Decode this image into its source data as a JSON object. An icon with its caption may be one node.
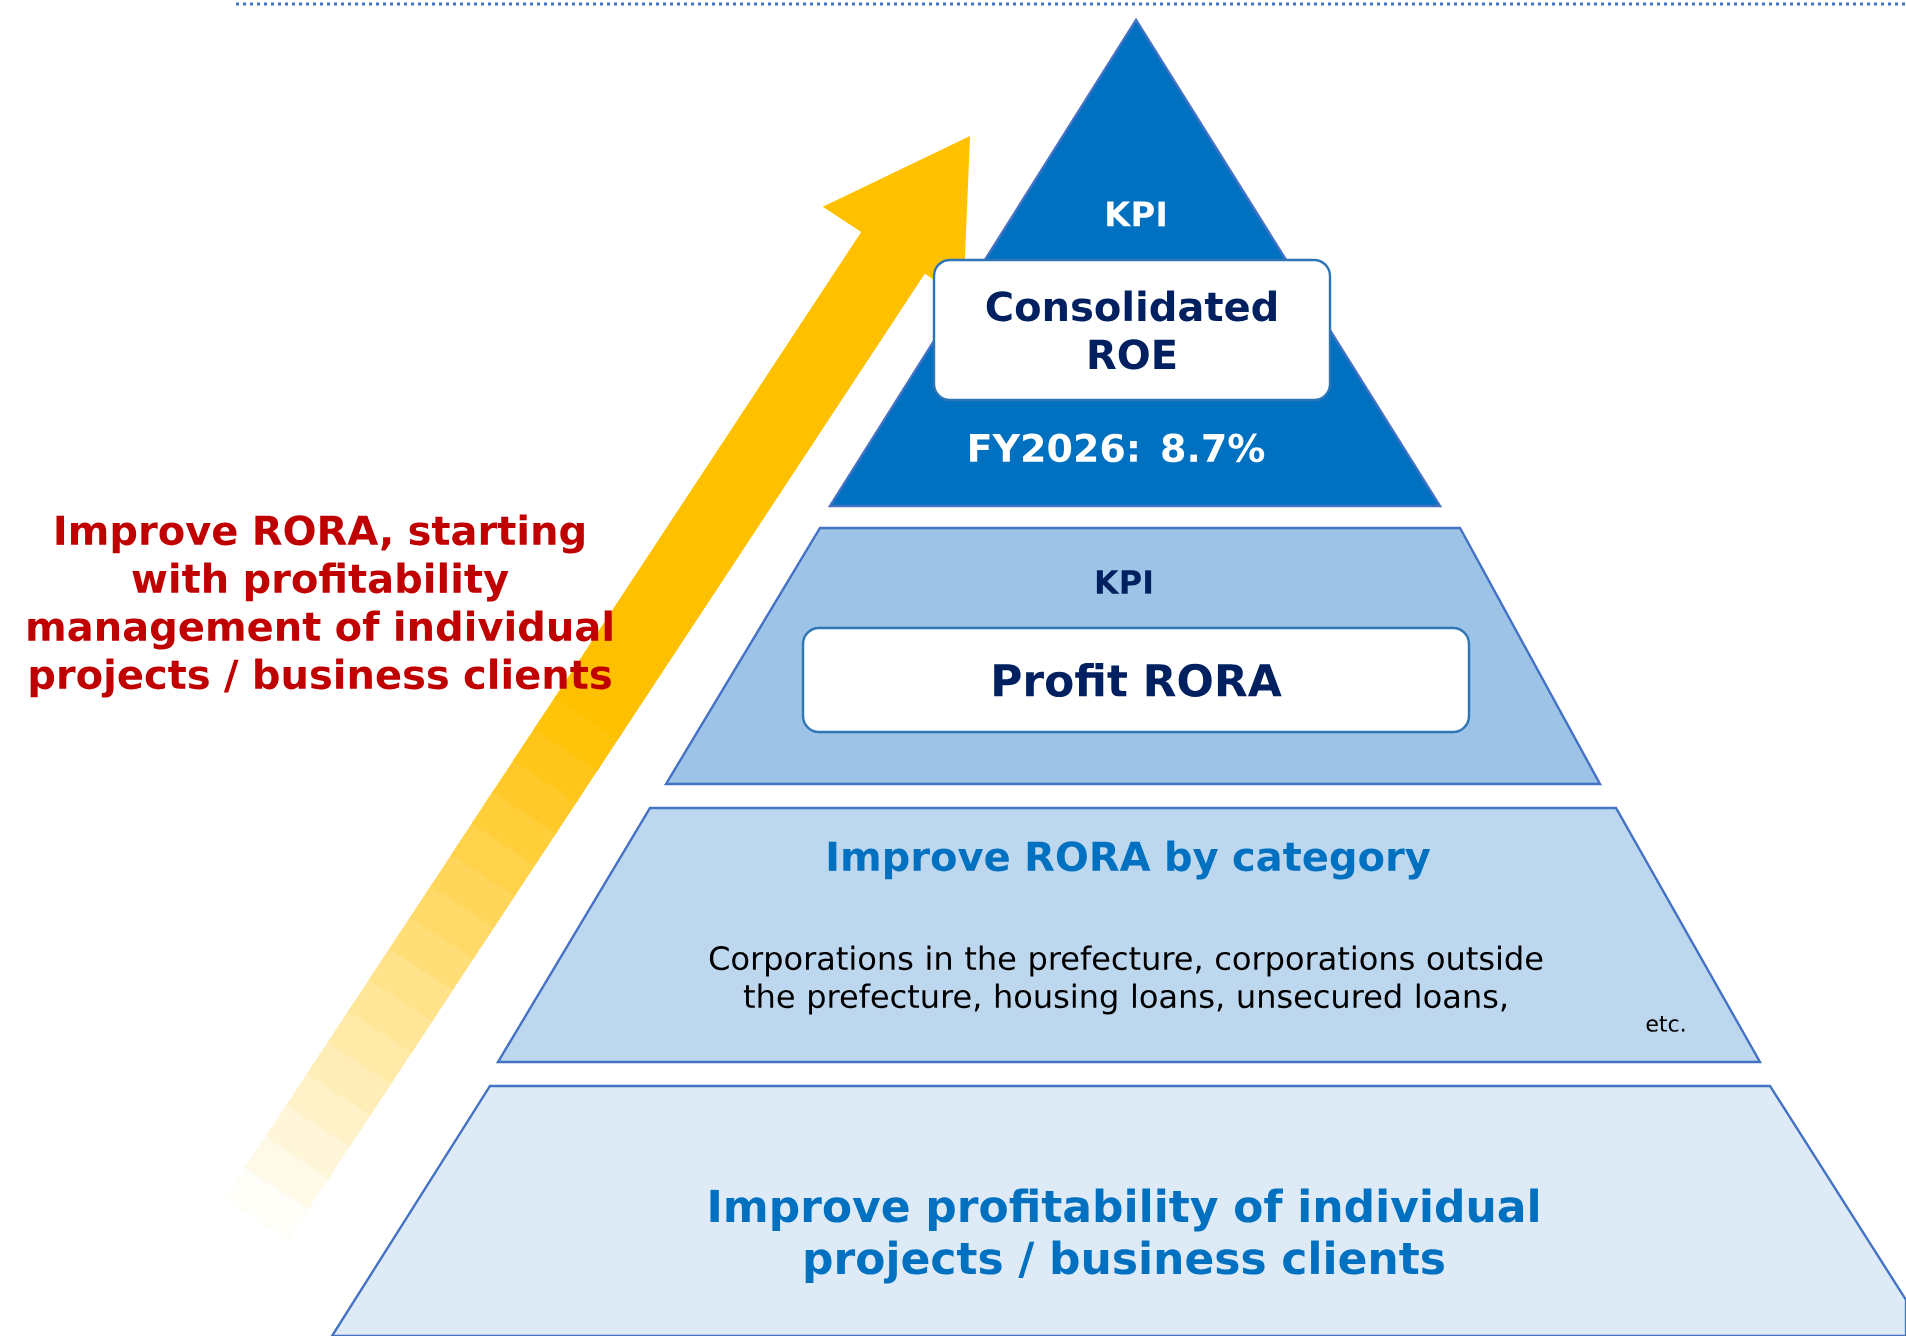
{
  "diagram": {
    "nodes": [
      {
        "text": [
          "KPI",
          "FY2026: 8.7%"
        ]
      },
      {
        "text": [
          "Consolidated ROE"
        ],
        "in": 0
      },
      {
        "text": [
          "KPI"
        ]
      },
      {
        "text": [
          "Profit RORA"
        ],
        "in": 2
      },
      {
        "text": [
          "Improve RORA by category",
          "Corporations in the prefecture, corporations outside the prefecture, housing loans, unsecured loans,",
          "etc."
        ]
      },
      {
        "text": [
          "Improve profitability of individual projects / business clients"
        ]
      }
    ],
    "labels": [
      "Improve RORA, starting with profitability management of individual projects / business clients"
    ]
  }
}
